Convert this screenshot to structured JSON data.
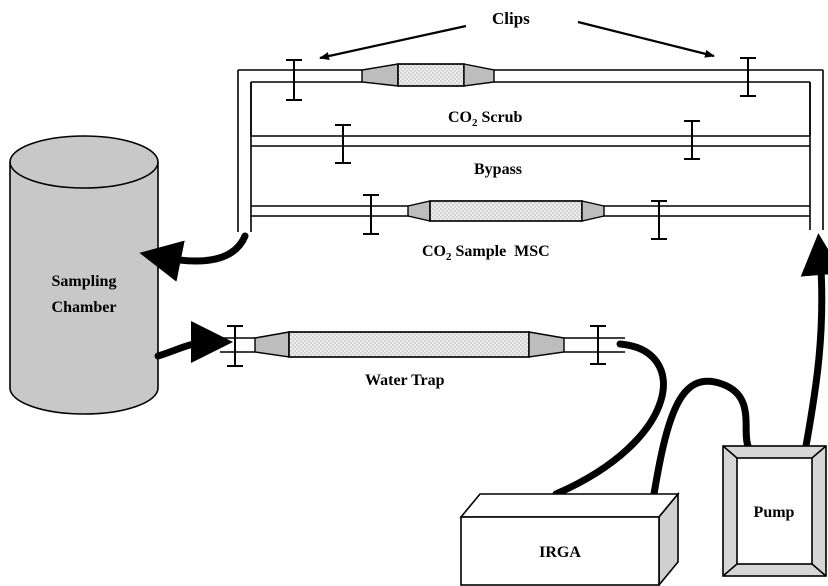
{
  "labels": {
    "clips": "Clips",
    "co2_scrub_prefix": "CO",
    "co2_scrub_sub": "2",
    "co2_scrub_suffix": " Scrub",
    "bypass": "Bypass",
    "co2_sample_prefix": "CO",
    "co2_sample_sub": "2",
    "co2_sample_suffix": " Sample  MSC",
    "sampling_line1": "Sampling",
    "sampling_line2": "Chamber",
    "water_trap": "Water Trap",
    "irga": "IRGA",
    "pump": "Pump"
  },
  "colors": {
    "cylinder_fill": "#c8c8c8",
    "cap_fill": "#bdbdbd",
    "sorbent_fill": "#e6e6e6",
    "box_side": "#d0d0d0",
    "pump_face": "#cfcfcf",
    "line": "#000000"
  }
}
